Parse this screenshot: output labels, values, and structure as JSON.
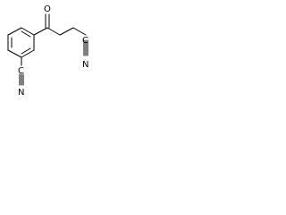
{
  "structure": {
    "atoms": {
      "carbonyl_oxygen": "O",
      "ring_nitrile_carbon": "C",
      "ring_nitrile_nitrogen": "N",
      "chain_nitrile_carbon": "C",
      "chain_nitrile_nitrogen": "N"
    },
    "colors": {
      "bond": "#000000",
      "label": "#000000",
      "background": "#ffffff"
    }
  }
}
